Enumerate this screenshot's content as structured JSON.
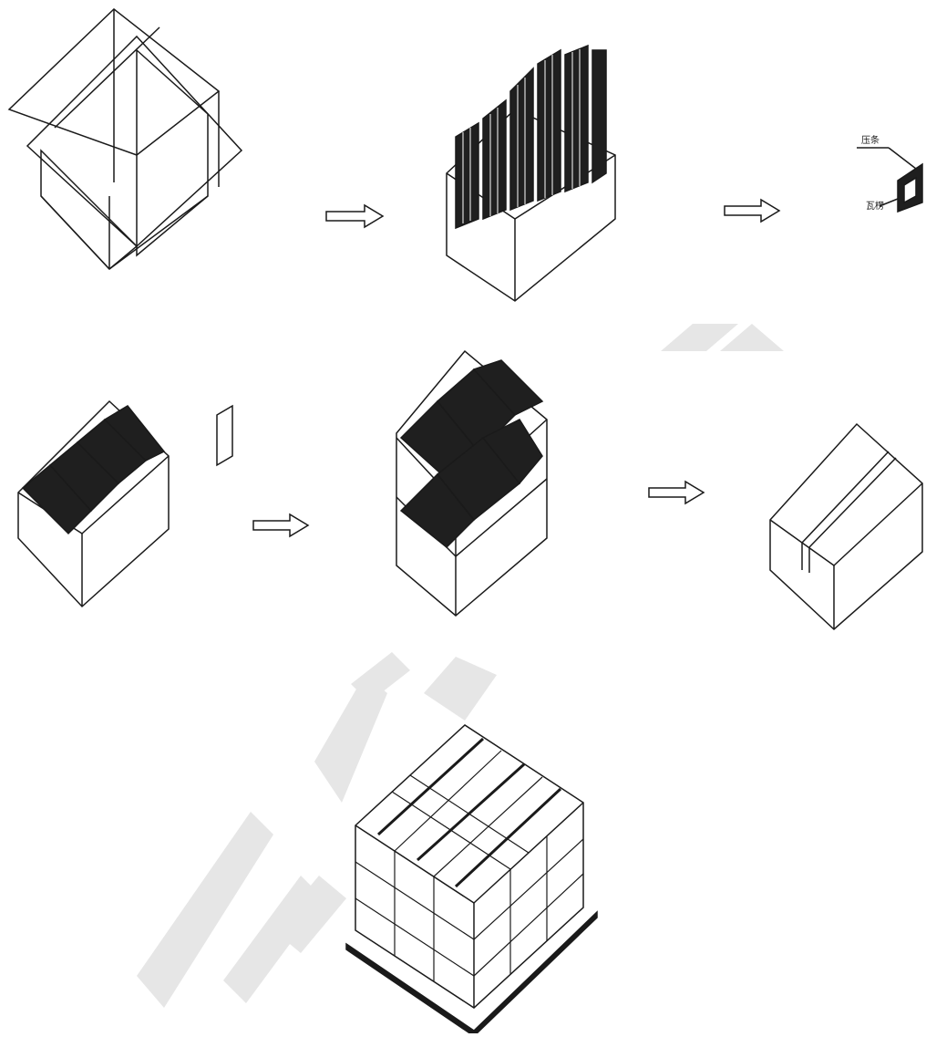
{
  "diagram": {
    "labels": {
      "top_tab": "压条",
      "side_tab": "瓦楞"
    },
    "colors": {
      "line": "#1a1a1a",
      "fill_dark": "#1f1f1f",
      "watermark": "#e6e6e6",
      "background": "#ffffff"
    },
    "watermark_text": "",
    "steps": [
      {
        "name": "step-1-open-carton"
      },
      {
        "name": "step-2-carton-filled-upright"
      },
      {
        "name": "step-3-divider-tab"
      },
      {
        "name": "step-4-carton-half-filled"
      },
      {
        "name": "step-5-carton-two-layers"
      },
      {
        "name": "step-6-sealed-carton"
      },
      {
        "name": "step-7-palletized-stack"
      }
    ]
  }
}
